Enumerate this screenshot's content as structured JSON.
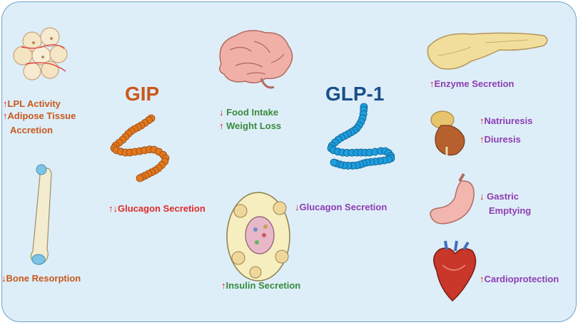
{
  "hormones": {
    "gip": {
      "name": "GIP",
      "color": "#c9581d"
    },
    "glp1": {
      "name": "GLP-1",
      "color": "#1b4f8a"
    }
  },
  "arrows": {
    "up": "↑",
    "down": "↓",
    "updown": "↑↓"
  },
  "gip_effects": {
    "lpl": "LPL Activity",
    "adipose_line1": "Adipose Tissue",
    "adipose_line2": "Accretion",
    "bone": "Bone Resorption",
    "glucagon": "Glucagon Secretion"
  },
  "shared_effects": {
    "food_intake": "Food Intake",
    "weight_loss": "Weight Loss",
    "insulin": "Insulin Secretion"
  },
  "glp1_effects": {
    "glucagon": "Glucagon Secretion",
    "enzyme": "Enzyme Secretion",
    "natriuresis": "Natriuresis",
    "diuresis": "Diuresis",
    "gastric_line1": "Gastric",
    "gastric_line2": "Emptying",
    "cardio": "Cardioprotection"
  },
  "icons": [
    "adipocyte-cluster-icon",
    "bone-icon",
    "brain-icon",
    "gip-peptide-chain-icon",
    "glp1-peptide-chain-icon",
    "pancreatic-islet-icon",
    "pancreas-icon",
    "kidney-icon",
    "stomach-icon",
    "heart-icon"
  ],
  "colors": {
    "panel": "#ddeef8",
    "border": "#6fa3c6",
    "up_down_arrow": "#e01818",
    "gip_text": "#c8581c",
    "shared_text": "#3b8a3e",
    "glucagon_red": "#e02a2a",
    "glp1_text": "#8e3db0"
  }
}
